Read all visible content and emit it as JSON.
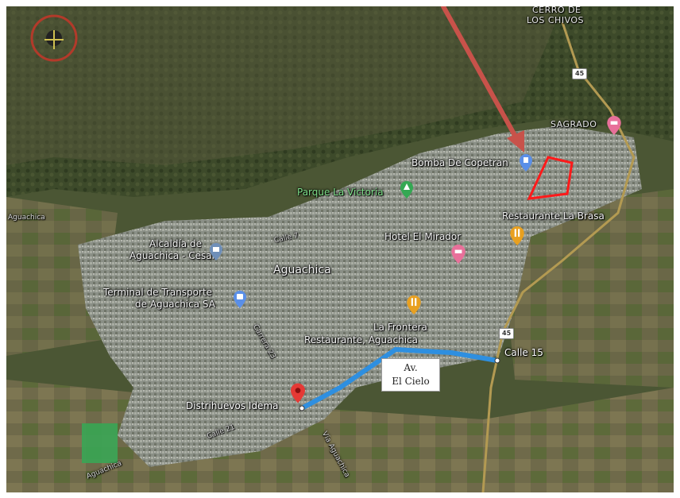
{
  "labels": {
    "cerro_line1": "CERRO DE",
    "cerro_line2": "LOS CHIVOS",
    "sagrado": "SAGRADO",
    "bomba": "Bomba De Copetran",
    "parque": "Parque La Victoria",
    "restaurante_brasa": "Restaurante La Brasa",
    "hotel": "Hotel El Mirador",
    "alcaldia_line1": "Alcaldía de",
    "alcaldia_line2": "Aguachica - Cesar",
    "city": "Aguachica",
    "terminal_line1": "Terminal de Transporte",
    "terminal_line2": "de Aguachica SA",
    "frontera_line1": "La Frontera",
    "frontera_line2": "Restaurante, Aguachica",
    "calle15": "Calle 15",
    "distrihuevos": "Distrihuevos Idema",
    "aguachica_left": "Aguachica",
    "aguachica_bottom": "Aguachica",
    "calle7": "Calle 7",
    "carrera": "Carrera 23",
    "calle21": "Calle 21",
    "via": "Vía Aguachica"
  },
  "callout": {
    "line1": "Av.",
    "line2": "El Cielo"
  },
  "shields": {
    "top": "45",
    "mid": "45"
  },
  "icons": {
    "bomba": "gas-station-icon",
    "parque": "park-icon",
    "hotel": "hotel-icon",
    "brasa": "restaurant-icon",
    "frontera": "restaurant-icon",
    "alcaldia": "government-icon",
    "terminal": "bus-terminal-icon",
    "distrihuevos": "red-location-pin-icon",
    "sagrado": "place-icon"
  },
  "colors": {
    "route": "#2e8fe0",
    "highlight": "#ff1a1a",
    "arrow": "#c8524a",
    "pin_red": "#e53935",
    "pin_orange": "#e8a020",
    "pin_pink": "#e8709a",
    "pin_blue": "#5a8fe8",
    "pin_green": "#34a853"
  }
}
